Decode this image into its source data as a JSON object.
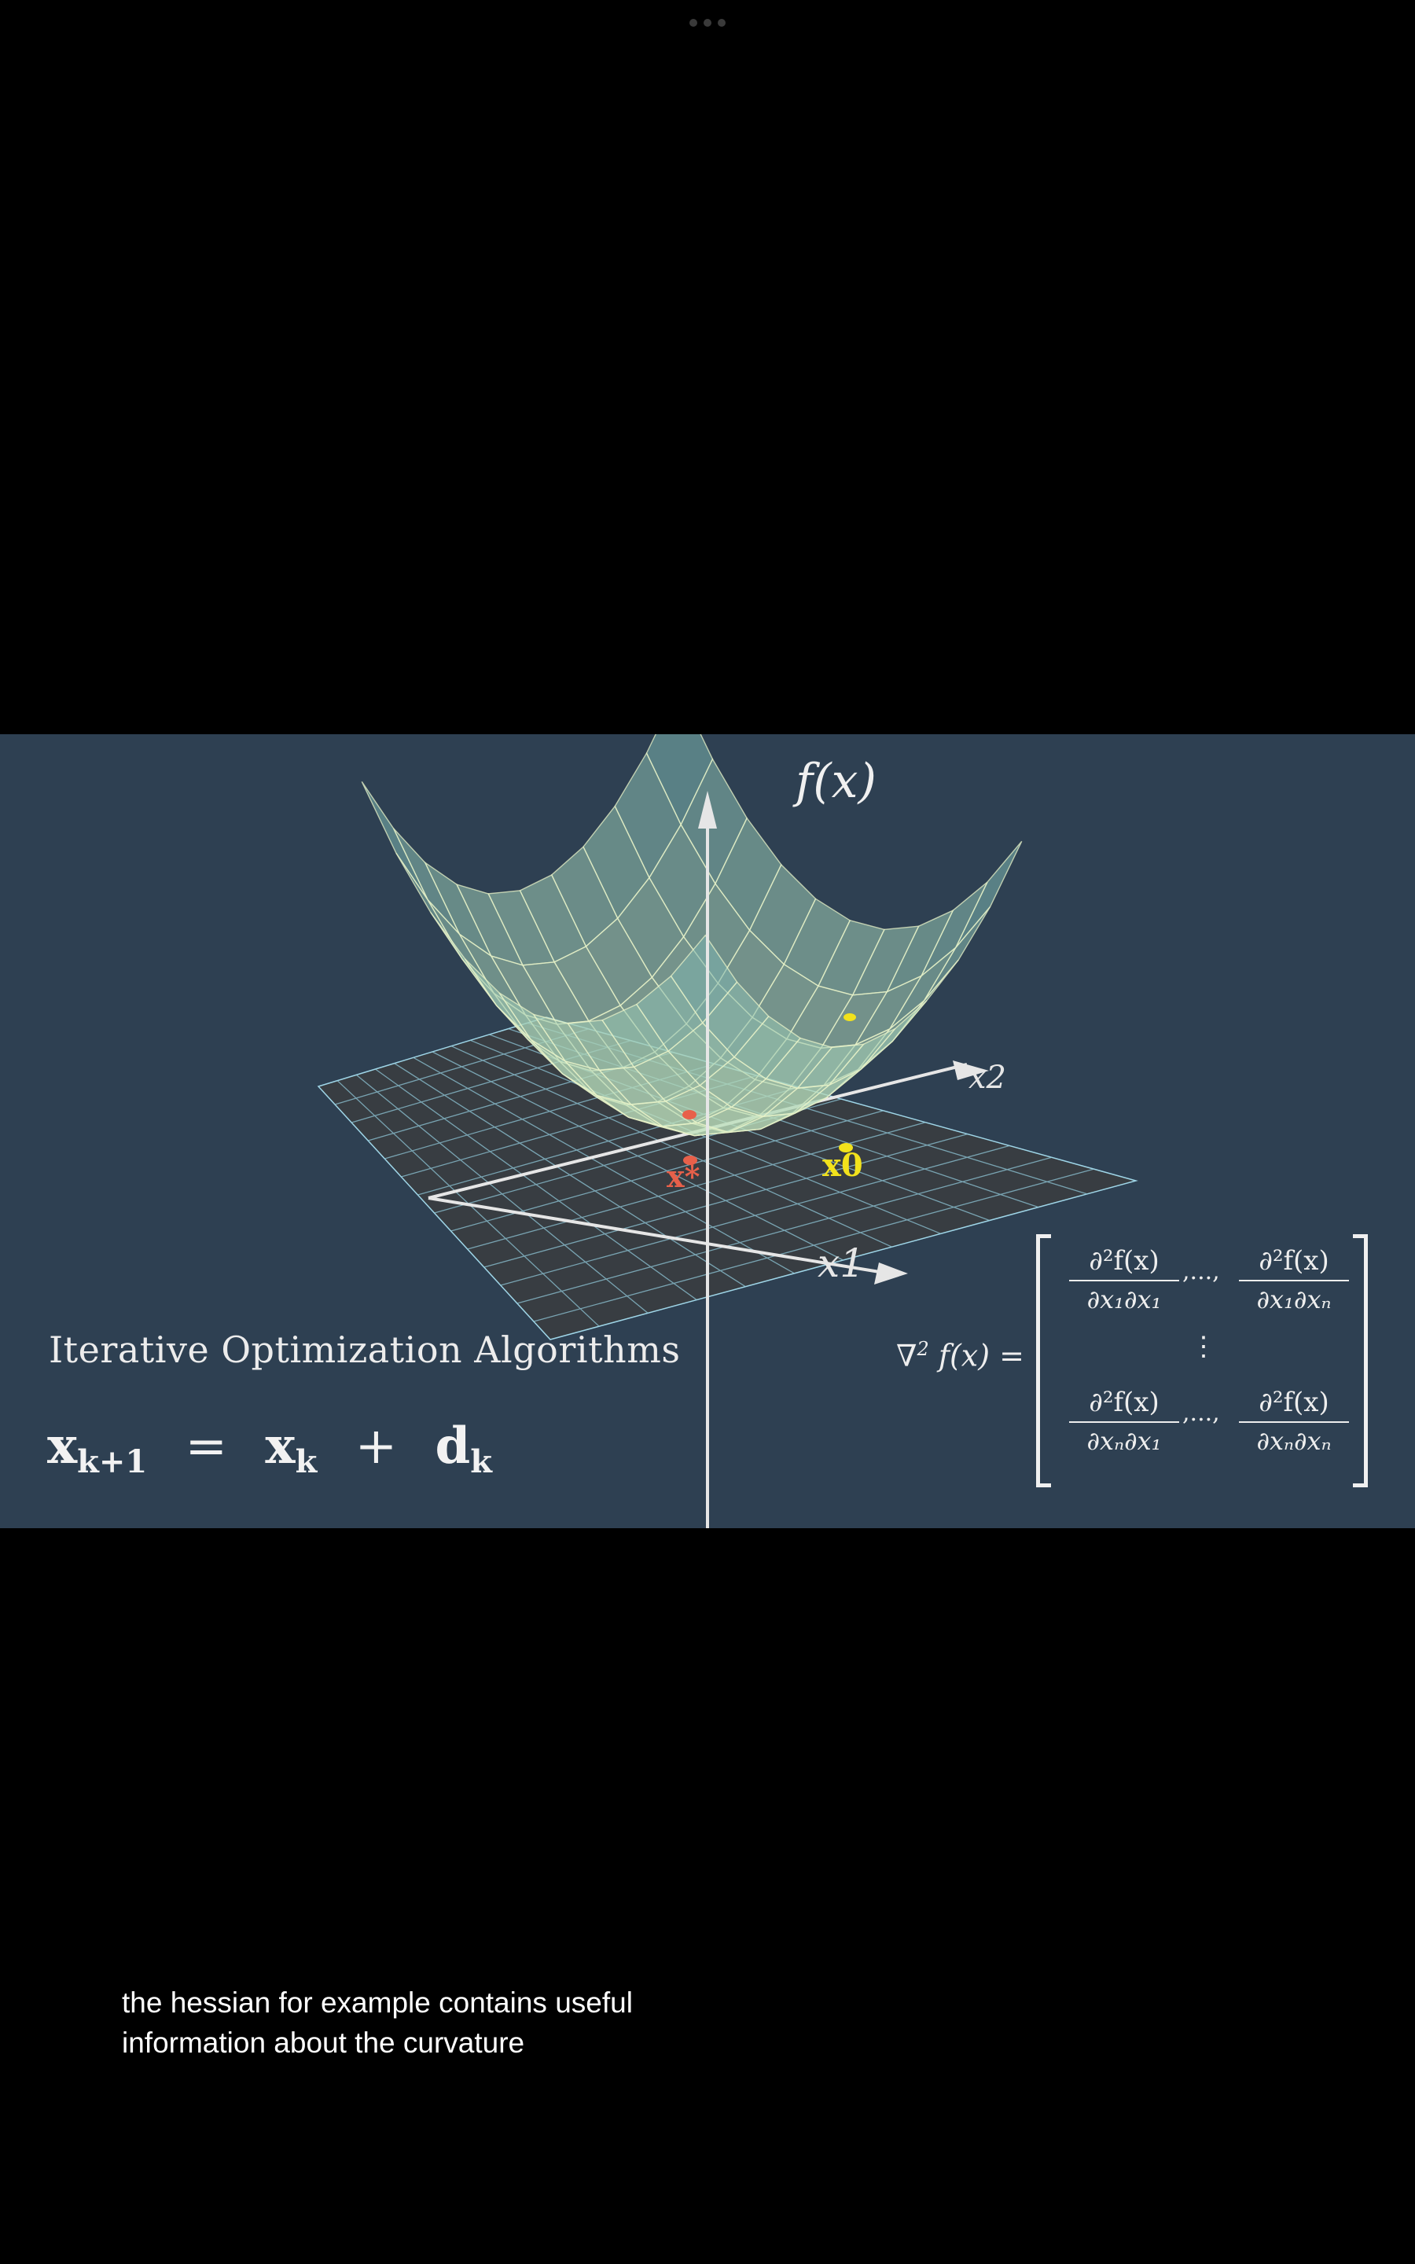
{
  "video": {
    "axis_labels": {
      "fx": "f(x)",
      "x1": "x1",
      "x2": "x2",
      "x_star": "x*",
      "x0": "x0"
    },
    "title": "Iterative Optimization Algorithms",
    "update_rule": {
      "lhs": "x",
      "lhs_sub": "k+1",
      "eq": "=",
      "t1": "x",
      "t1_sub": "k",
      "plus": "+",
      "t2": "d",
      "t2_sub": "k"
    },
    "hessian": {
      "symbol": "∇",
      "power": "2",
      "rest": "f(x) =",
      "numerator": "∂²f(x)",
      "den_11": "∂x₁∂x₁",
      "den_1n": "∂x₁∂xₙ",
      "den_n1": "∂xₙ∂x₁",
      "den_nn": "∂xₙ∂xₙ",
      "hdots": ",...,",
      "vdots": "⋮"
    },
    "colors": {
      "background": "#2e4052",
      "x_star": "#e8604a",
      "x0": "#f2e21c",
      "surface": "#a7d8c9"
    }
  },
  "caption": {
    "line1": "the hessian for example contains useful",
    "line2": "information about the curvature"
  }
}
